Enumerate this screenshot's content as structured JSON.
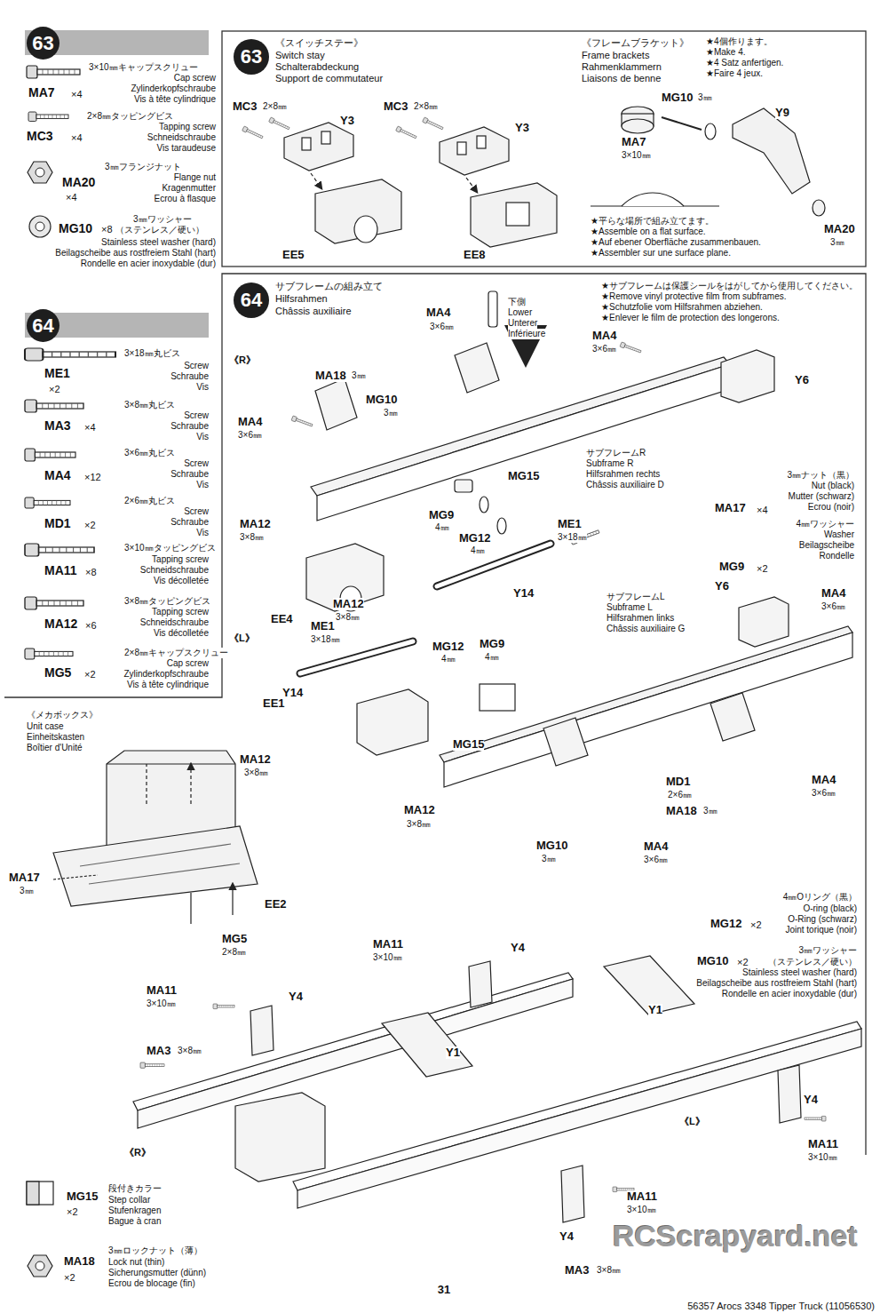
{
  "diagram": {
    "nodes": [
      {
        "text": [
          "63"
        ]
      },
      {
        "text": [
          "64"
        ]
      },
      {
        "text": [
          "63"
        ]
      },
      {
        "text": [
          "64"
        ]
      }
    ],
    "labels": [
      "3×10㎜キャップスクリュー",
      "Cap screw",
      "Zylinderkopfschraube",
      "Vis à tête cylindrique",
      "MA7",
      "×4",
      "2×8㎜タッピングビス",
      "Tapping screw",
      "Schneidschraube",
      "Vis taraudeuse",
      "MC3",
      "×4",
      "3㎜フランジナット",
      "Flange nut",
      "Kragenmutter",
      "Ecrou à flasque",
      "MA20",
      "×4",
      "3㎜ワッシャー",
      "（ステンレス／硬い）",
      "MG10",
      "×8",
      "Stainless steel washer (hard)",
      "Beilagscheibe aus rostfreiem Stahl (hart)",
      "Rondelle en acier inoxydable (dur)",
      "3×18㎜丸ビス",
      "Screw",
      "Schraube",
      "Vis",
      "ME1",
      "×2",
      "3×8㎜丸ビス",
      "Screw",
      "Schraube",
      "Vis",
      "MA3",
      "×4",
      "3×6㎜丸ビス",
      "Screw",
      "Schraube",
      "Vis",
      "MA4",
      "×12",
      "2×6㎜丸ビス",
      "Screw",
      "Schraube",
      "Vis",
      "MD1",
      "×2",
      "3×10㎜タッピングビス",
      "Tapping screw",
      "Schneidschraube",
      "Vis décolletée",
      "MA11",
      "×8",
      "3×8㎜タッピングビス",
      "Tapping screw",
      "Schneidschraube",
      "Vis décolletée",
      "MA12",
      "×6",
      "2×8㎜キャップスクリュー",
      "Cap screw",
      "Zylinderkopfschraube",
      "Vis à tête cylindrique",
      "MG5",
      "×2",
      "《メカボックス》",
      "Unit case",
      "Einheitskasten",
      "Boîtier d'Unité",
      "EE1",
      "MA17",
      "3㎜",
      "EE2",
      "MG5",
      "2×8㎜",
      "MG15",
      "×2",
      "段付きカラー",
      "Step collar",
      "Stufenkragen",
      "Bague à cran",
      "MA18",
      "×2",
      "3㎜ロックナット（薄）",
      "Lock nut (thin)",
      "Sicherungsmutter (dünn)",
      "Ecrou de blocage (fin)",
      "31",
      "56357 Arocs 3348 Tipper Truck (11056530)",
      "RCScrapyard.net",
      "《スイッチステー》",
      "Switch stay",
      "Schalterabdeckung",
      "Support de commutateur",
      "《フレームブラケット》",
      "Frame brackets",
      "Rahmenklammern",
      "Liaisons de benne",
      "★4個作ります。",
      "★Make 4.",
      "★4 Satz anfertigen.",
      "★Faire 4 jeux.",
      "MC3",
      "2×8㎜",
      "Y3",
      "EE5",
      "MC3",
      "2×8㎜",
      "Y3",
      "EE8",
      "MG10",
      "3㎜",
      "Y9",
      "MA7",
      "3×10㎜",
      "MA20",
      "3㎜",
      "★平らな場所で組み立てます。",
      "★Assemble on a flat surface.",
      "★Auf ebener Oberfläche zusammenbauen.",
      "★Assembler sur une surface plane.",
      "サブフレームの組み立て",
      "Hilfsrahmen",
      "Châssis auxiliaire",
      "MA4",
      "3×6㎜",
      "下側",
      "Lower",
      "Unterer",
      "Inférieure",
      "★サブフレームは保護シールをはがしてから使用してください。",
      "★Remove vinyl protective film from subframes.",
      "★Schutzfolie vom Hilfsrahmen abziehen.",
      "★Enlever le film de protection des longerons.",
      "MA4",
      "3×6㎜",
      "Y6",
      "《R》",
      "MA4",
      "3×6㎜",
      "MA18",
      "3㎜",
      "MG10",
      "3㎜",
      "サブフレームR",
      "Subframe R",
      "Hilfsrahmen rechts",
      "Châssis auxiliaire D",
      "MG15",
      "3㎜ナット（黒）",
      "Nut (black)",
      "Mutter (schwarz)",
      "Ecrou (noir)",
      "MA17",
      "×4",
      "4㎜ワッシャー",
      "Washer",
      "Beilagscheibe",
      "Rondelle",
      "MG9",
      "×2",
      "MA12",
      "3×8㎜",
      "MG9",
      "4㎜",
      "MG12",
      "4㎜",
      "ME1",
      "3×18㎜",
      "EE4",
      "MA12",
      "3×8㎜",
      "Y14",
      "Y6",
      "MA4",
      "3×6㎜",
      "《L》",
      "サブフレームL",
      "Subframe L",
      "Hilfsrahmen links",
      "Châssis auxiliaire G",
      "ME1",
      "3×18㎜",
      "MG12",
      "4㎜",
      "MG9",
      "4㎜",
      "Y14",
      "MG15",
      "MA12",
      "3×8㎜",
      "MA4",
      "3×6㎜",
      "MD1",
      "2×6㎜",
      "MA18",
      "3㎜",
      "MA12",
      "3×8㎜",
      "MG10",
      "3㎜",
      "MA4",
      "3×6㎜",
      "4㎜Oリング（黒）",
      "O-ring (black)",
      "O-Ring (schwarz)",
      "Joint torique (noir)",
      "MG12",
      "×2",
      "MA11",
      "3×10㎜",
      "Y4",
      "3㎜ワッシャー",
      "（ステンレス／硬い）",
      "MG10",
      "×2",
      "Stainless steel washer (hard)",
      "Beilagscheibe aus rostfreiem Stahl (hart)",
      "Rondelle en acier inoxydable (dur)",
      "MA11",
      "3×10㎜",
      "Y4",
      "Y1",
      "MA3",
      "3×8㎜",
      "Y1",
      "《R》",
      "Y4",
      "《L》",
      "MA11",
      "3×10㎜",
      "MA11",
      "3×10㎜",
      "Y4",
      "MA3",
      "3×8㎜"
    ]
  }
}
